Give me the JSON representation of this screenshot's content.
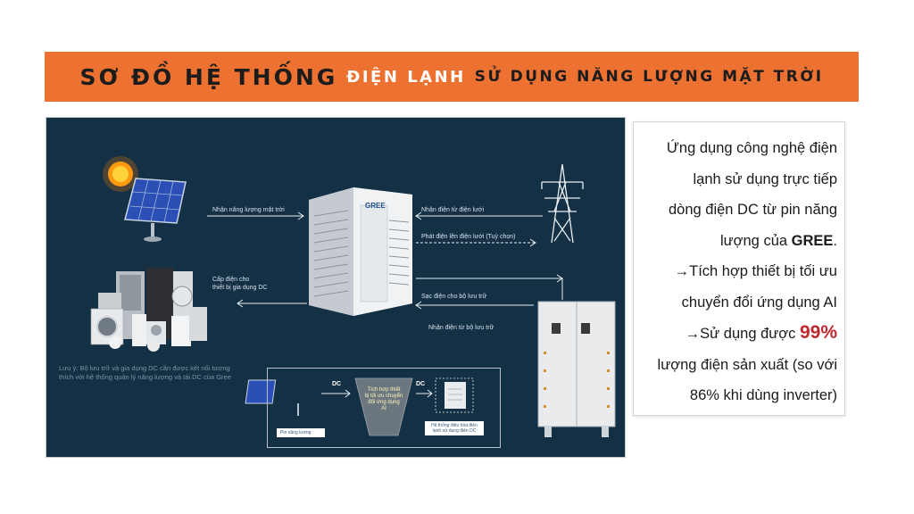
{
  "banner": {
    "title_part1": "SƠ ĐỒ HỆ THỐNG",
    "title_part2": "ĐIỆN LẠNH",
    "title_part3": "SỬ DỤNG NĂNG LƯỢNG MẶT TRỜI",
    "color": "#ed7232"
  },
  "diagram": {
    "background": "#143044",
    "brand_logo": "GREE",
    "labels": {
      "solar_receive": "Nhận năng lượng mặt trời",
      "grid_receive": "Nhận điện từ điện lưới",
      "grid_feed": "Phát điện lên điện lưới (Tuỳ chọn)",
      "dc_supply_line1": "Cấp điện cho",
      "dc_supply_line2": "thiết bị gia dụng DC",
      "storage_charge": "Sạc điện cho bộ lưu trữ",
      "storage_receive": "Nhận điện từ bộ lưu trữ"
    },
    "note": "Lưu ý: Bộ lưu trữ và gia dụng DC cần được kết nối tương thích với hệ thống quản lý năng lượng và tải DC của Gree",
    "inset": {
      "solar_panel_label": "Pin năng lượng",
      "dc_left": "DC",
      "dc_right": "DC",
      "funnel_line1": "Tích hợp thiết",
      "funnel_line2": "bị tối ưu chuyển",
      "funnel_line3": "đổi ứng dụng",
      "funnel_line4": "AI",
      "unit_label": "Hệ thống điều hòa điện lạnh sử dụng điện DC"
    }
  },
  "description": {
    "line1": "Ứng dụng công nghệ điện",
    "line2": "lạnh sử dụng trực tiếp",
    "line3": "dòng điện DC từ pin năng",
    "line4": "lượng của",
    "brand": "GREE",
    "line4_end": ".",
    "bullet1_line1": "→Tích hợp thiết bị tối ưu",
    "bullet1_line2": "chuyển đổi ứng dụng AI",
    "bullet2_prefix": "→Sử dụng được",
    "bullet2_percent": "99%",
    "bullet2_line2": "lượng điện sản xuất (so với",
    "bullet2_line3": "86% khi dùng inverter)",
    "highlight_color": "#c0282d"
  }
}
